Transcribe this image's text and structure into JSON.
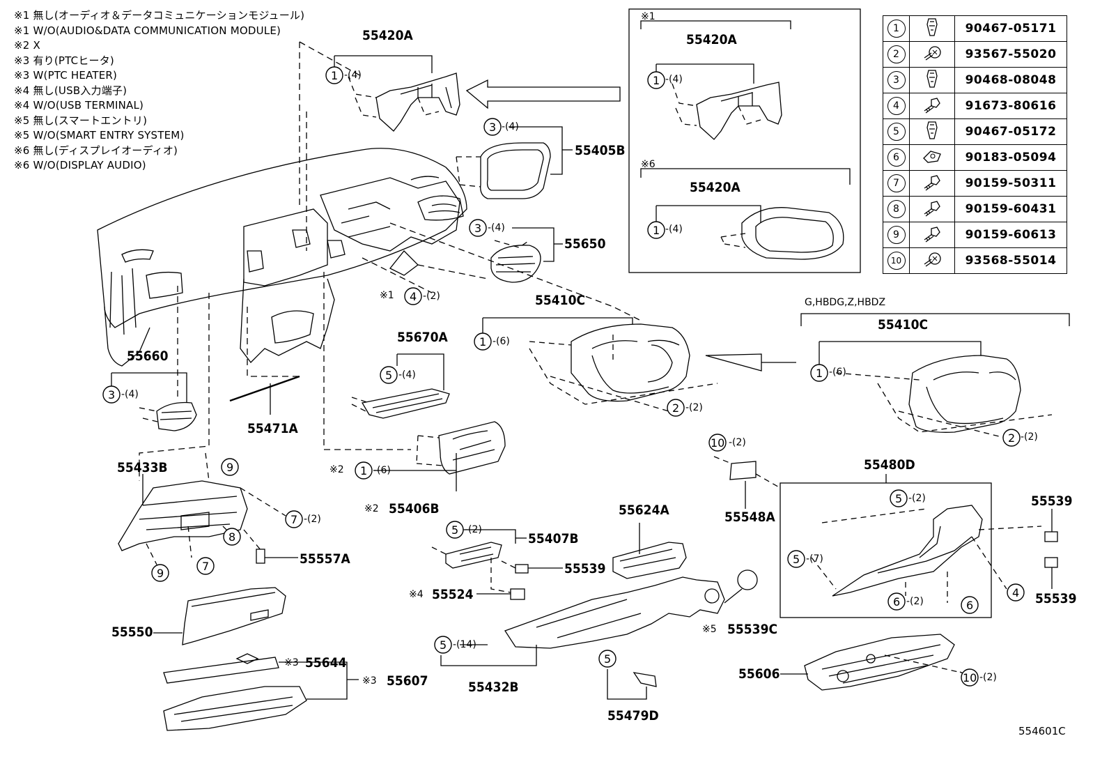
{
  "notes": [
    "※1 無し(オーディオ＆データコミュニケーションモジュール)",
    "※1 W/O(AUDIO&DATA COMMUNICATION MODULE)",
    "※2 X",
    "※3 有り(PTCヒータ)",
    "※3 W(PTC HEATER)",
    "※4 無し(USB入力端子)",
    "※4 W/O(USB TERMINAL)",
    "※5 無し(スマートエントリ)",
    "※5 W/O(SMART ENTRY SYSTEM)",
    "※6 無し(ディスプレイオーディオ)",
    "※6 W/O(DISPLAY AUDIO)"
  ],
  "fasteners": [
    {
      "num": "1",
      "part": "90467-05171",
      "icon": "clip-icon"
    },
    {
      "num": "2",
      "part": "93567-55020",
      "icon": "screw-washer-icon"
    },
    {
      "num": "3",
      "part": "90468-08048",
      "icon": "clip-icon"
    },
    {
      "num": "4",
      "part": "91673-80616",
      "icon": "screw-icon"
    },
    {
      "num": "5",
      "part": "90467-05172",
      "icon": "clip-icon"
    },
    {
      "num": "6",
      "part": "90183-05094",
      "icon": "nut-clip-icon"
    },
    {
      "num": "7",
      "part": "90159-50311",
      "icon": "screw-icon"
    },
    {
      "num": "8",
      "part": "90159-60431",
      "icon": "screw-icon"
    },
    {
      "num": "9",
      "part": "90159-60613",
      "icon": "screw-icon"
    },
    {
      "num": "10",
      "part": "93568-55014",
      "icon": "screw-washer-icon"
    }
  ],
  "inset1": {
    "mark": "※1",
    "part": "55420A",
    "callout": "1",
    "qty": "-(4)"
  },
  "inset6": {
    "mark": "※6",
    "part": "55420A",
    "callout": "1",
    "qty": "-(4)"
  },
  "inset_g": {
    "label": "G,HBDG,Z,HBDZ",
    "part": "55410C",
    "c1": "1",
    "q1": "-(6)",
    "c2": "2",
    "q2": "-(2)"
  },
  "parts": {
    "p55420A": "55420A",
    "p55405B": "55405B",
    "p55650": "55650",
    "p55660": "55660",
    "p55471A": "55471A",
    "p55410C": "55410C",
    "p55670A": "55670A",
    "p55406B": "55406B",
    "p55433B": "55433B",
    "p55557A": "55557A",
    "p55407B": "55407B",
    "p55539a": "55539",
    "p55524": "55524",
    "p55624A": "55624A",
    "p55548A": "55548A",
    "p55480D": "55480D",
    "p55539b": "55539",
    "p55539c": "55539",
    "p55539C": "55539C",
    "p55550": "55550",
    "p55644": "55644",
    "p55607": "55607",
    "p55432B": "55432B",
    "p55479D": "55479D",
    "p55606": "55606"
  },
  "marks": {
    "m1": "※1",
    "m2": "※2",
    "m3": "※3",
    "m4": "※4",
    "m5": "※5"
  },
  "qty": {
    "q4": "-(4)",
    "q6": "-(6)",
    "q2": "-(2)",
    "q7": "-(7)",
    "q14": "-(14)"
  },
  "footer": "554601C"
}
